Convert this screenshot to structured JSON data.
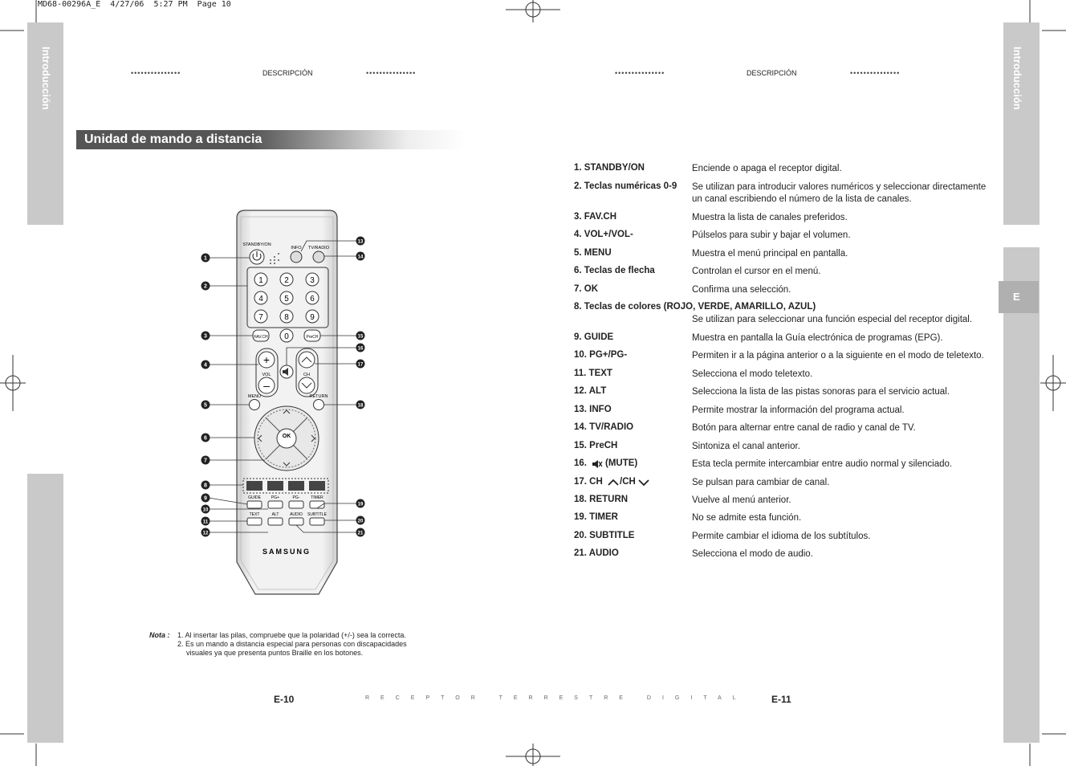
{
  "slug": "MD68-00296A_E  4/27/06  5:27 PM  Page 10",
  "side_tab_label": "Introducción",
  "lang_tab": "E",
  "header": {
    "dots": "•••••••••••••••",
    "left_title": "DESCRIPCIÓN",
    "right_title": "DESCRIPCIÓN"
  },
  "section_title": "Unidad de mando a distancia",
  "remote": {
    "standby_label": "STANDBY/ON",
    "info_label": "INFO",
    "tvradio_label": "TV/RADIO",
    "numbers": [
      "1",
      "2",
      "3",
      "4",
      "5",
      "6",
      "7",
      "8",
      "9",
      "0"
    ],
    "favch": "FAV.CH",
    "prech": "PreCH",
    "vol": "VOL",
    "ch": "CH",
    "menu": "MENU",
    "return": "RETURN",
    "ok": "OK",
    "guide": "GUIDE",
    "pgplus": "PG+",
    "pgminus": "PG-",
    "timer": "TIMER",
    "text": "TEXT",
    "alt": "ALT",
    "audio": "AUDIO",
    "subtitle": "SUBTITLE",
    "brand": "SAMSUNG",
    "callouts": [
      "1",
      "2",
      "3",
      "4",
      "5",
      "6",
      "7",
      "8",
      "9",
      "10",
      "11",
      "12",
      "13",
      "14",
      "15",
      "16",
      "17",
      "18",
      "19",
      "20",
      "21"
    ]
  },
  "note": {
    "label": "Nota :",
    "line1": "1. Al insertar las pilas, compruebe que la polaridad (+/-) sea la correcta.",
    "line2": "2. Es un mando a distancia especial para personas con discapacidades",
    "line3": "visuales ya que presenta puntos Braille en los botones."
  },
  "items": [
    {
      "key": "1. STANDBY/ON",
      "desc": "Enciende o apaga el receptor digital."
    },
    {
      "key": "2. Teclas numéricas 0-9",
      "desc": "Se utilizan para introducir valores numéricos y seleccionar directamente un canal escribiendo el número de la lista de canales."
    },
    {
      "key": "3. FAV.CH",
      "desc": "Muestra la lista de canales preferidos."
    },
    {
      "key": "4. VOL+/VOL-",
      "desc": "Púlselos para subir y bajar el volumen."
    },
    {
      "key": "5. MENU",
      "desc": "Muestra el menú principal en pantalla."
    },
    {
      "key": "6. Teclas de flecha",
      "desc": "Controlan el cursor en el menú."
    },
    {
      "key": "7. OK",
      "desc": "Confirma una selección."
    },
    {
      "key": "8. Teclas de colores (ROJO, VERDE, AMARILLO, AZUL)",
      "desc": "Se utilizan para seleccionar una función especial del receptor digital."
    },
    {
      "key": "9. GUIDE",
      "desc": "Muestra en pantalla la Guía electrónica de programas (EPG)."
    },
    {
      "key": "10. PG+/PG-",
      "desc": "Permiten ir a la página anterior o a la siguiente en el modo de teletexto."
    },
    {
      "key": "11. TEXT",
      "desc": "Selecciona el modo teletexto."
    },
    {
      "key": "12. ALT",
      "desc": "Selecciona la lista de las pistas sonoras para el servicio actual."
    },
    {
      "key": "13. INFO",
      "desc": "Permite mostrar la información del programa actual."
    },
    {
      "key": "14. TV/RADIO",
      "desc": "Botón para alternar entre canal de radio y canal de TV."
    },
    {
      "key": "15. PreCH",
      "desc": "Sintoniza el canal anterior."
    },
    {
      "key": "16.",
      "key2": "(MUTE)",
      "desc": "Esta tecla permite intercambiar entre audio normal y silenciado."
    },
    {
      "key": "17. CH",
      "key2": "/CH",
      "desc": "Se pulsan para cambiar de canal."
    },
    {
      "key": "18. RETURN",
      "desc": "Vuelve al menú anterior."
    },
    {
      "key": "19. TIMER",
      "desc": "No se admite esta función."
    },
    {
      "key": "20. SUBTITLE",
      "desc": "Permite cambiar el idioma de los subtítulos."
    },
    {
      "key": "21. AUDIO",
      "desc": "Selecciona el modo de audio."
    }
  ],
  "footer": {
    "left_page": "E-10",
    "right_page": "E-11",
    "subtitle": "RECEPTOR TERRESTRE DIGITAL"
  }
}
